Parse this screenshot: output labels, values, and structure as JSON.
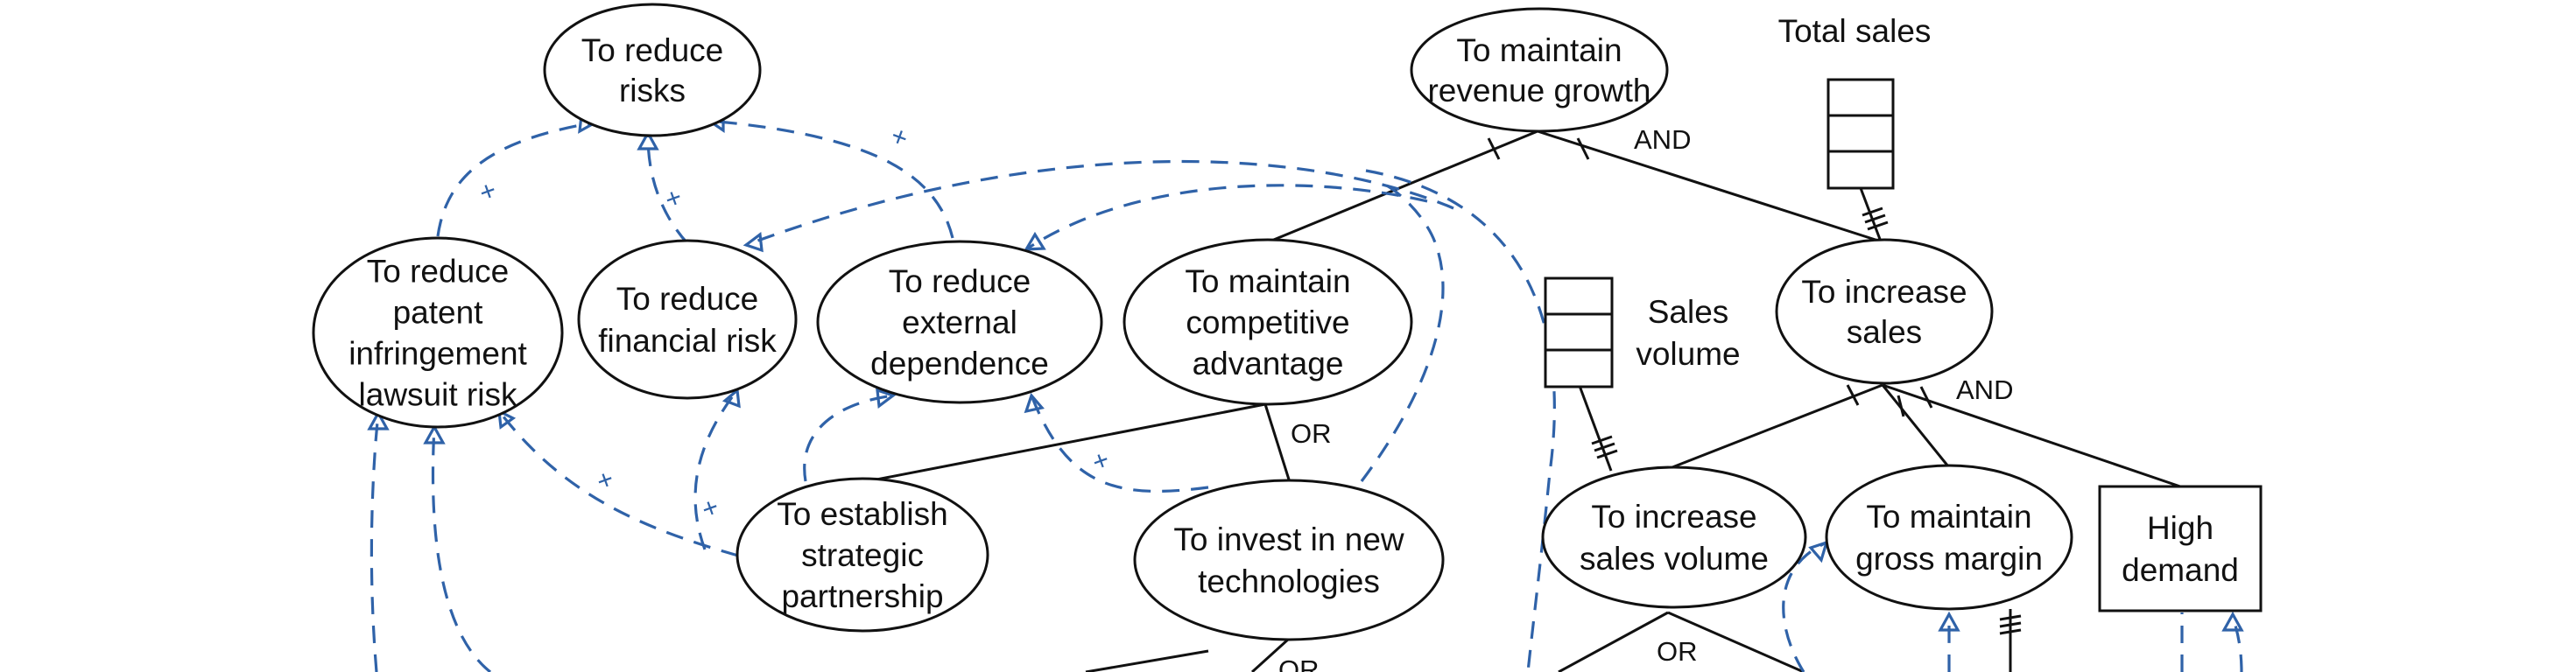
{
  "nodes": {
    "reduce_risks": "To reduce\nrisks",
    "maintain_revenue_growth": "To maintain\nrevenue growth",
    "reduce_patent_risk": "To reduce\npatent\ninfringement\nlawsuit risk",
    "reduce_financial_risk": "To reduce\nfinancial risk",
    "reduce_external_dependence": "To reduce\nexternal\ndependence",
    "maintain_competitive_advantage": "To maintain\ncompetitive\nadvantage",
    "increase_sales": "To increase\nsales",
    "establish_partnership": "To establish\nstrategic\npartnership",
    "invest_new_technologies": "To invest in new\ntechnologies",
    "increase_sales_volume": "To increase\nsales volume",
    "maintain_gross_margin": "To maintain\ngross margin",
    "high_demand": "High\ndemand"
  },
  "indicators": {
    "total_sales": "Total sales",
    "sales_volume": "Sales\nvolume"
  },
  "labels": {
    "and_1": "AND",
    "and_2": "AND",
    "or_1": "OR",
    "or_2": "OR",
    "or_3": "OR"
  },
  "contribution_symbol": "+",
  "colors": {
    "solid_link": "#111111",
    "contribution_link": "#2f62a8",
    "background": "#ffffff"
  }
}
